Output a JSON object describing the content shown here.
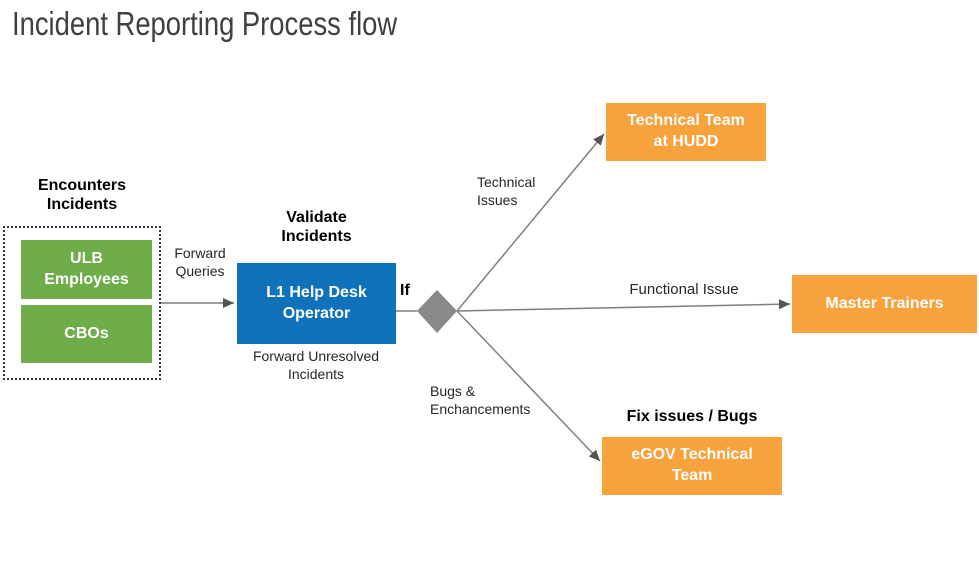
{
  "title": "Incident Reporting Process flow",
  "colors": {
    "source_green": "#6FAC4A",
    "operator_blue": "#1072BA",
    "target_orange": "#F7A23C",
    "diamond_gray": "#898989",
    "connector_gray": "#7F7F7F",
    "arrowhead_gray": "#555555",
    "title_text": "#404040"
  },
  "nodes": {
    "ulb": "ULB\nEmployees",
    "cbos": "CBOs",
    "l1_operator": "L1 Help Desk\nOperator",
    "hudd": "Technical Team\nat HUDD",
    "master_trainers": "Master Trainers",
    "egov": "eGOV Technical\nTeam"
  },
  "labels": {
    "encounters": "Encounters\nIncidents",
    "forward_queries": "Forward\nQueries",
    "validate": "Validate\nIncidents",
    "forward_unresolved": "Forward Unresolved\nIncidents",
    "if": "If",
    "technical_issues": "Technical\nIssues",
    "functional_issue": "Functional Issue",
    "bugs_enchancements": "Bugs &\nEnchancements",
    "fix_issues": "Fix issues / Bugs"
  }
}
